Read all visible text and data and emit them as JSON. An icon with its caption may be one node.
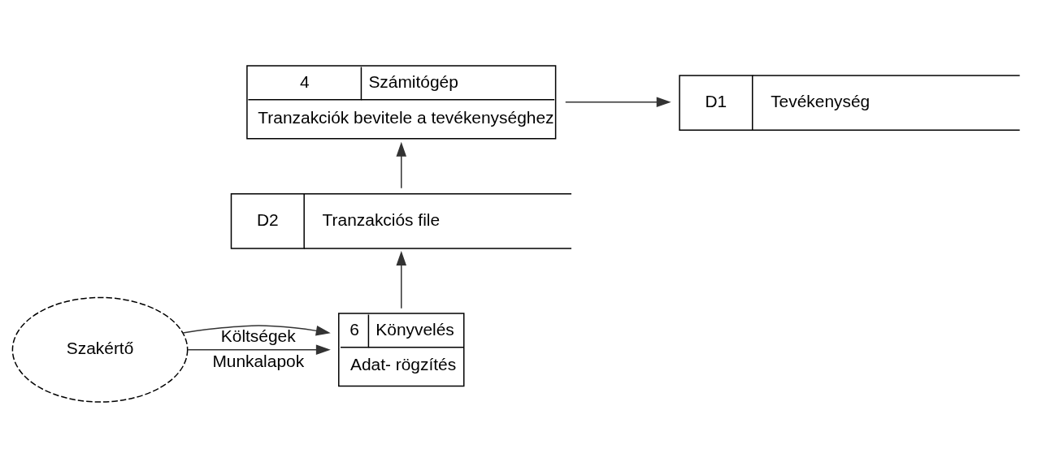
{
  "diagram": {
    "nodes": [
      {
        "text": [
          "4",
          "Számitógép",
          "Tranzakciók bevitele a tevékenységhez"
        ]
      },
      {
        "text": [
          "D1",
          "Tevékenység"
        ]
      },
      {
        "text": [
          "D2",
          "Tranzakciós file"
        ]
      },
      {
        "text": [
          "6",
          "Könyvelés",
          "Adat- rögzítés"
        ]
      },
      {
        "text": [
          "Szakértő"
        ]
      }
    ],
    "edges": [
      {
        "from": 0,
        "to": 1,
        "arrow": "to"
      },
      {
        "from": 2,
        "to": 0,
        "arrow": "to"
      },
      {
        "from": 3,
        "to": 2,
        "arrow": "to"
      },
      {
        "from": 4,
        "to": 3,
        "arrow": "to",
        "label": "Munkalapok"
      },
      {
        "from": 4,
        "to": 3,
        "arrow": "to",
        "label": "Költségek"
      }
    ]
  }
}
